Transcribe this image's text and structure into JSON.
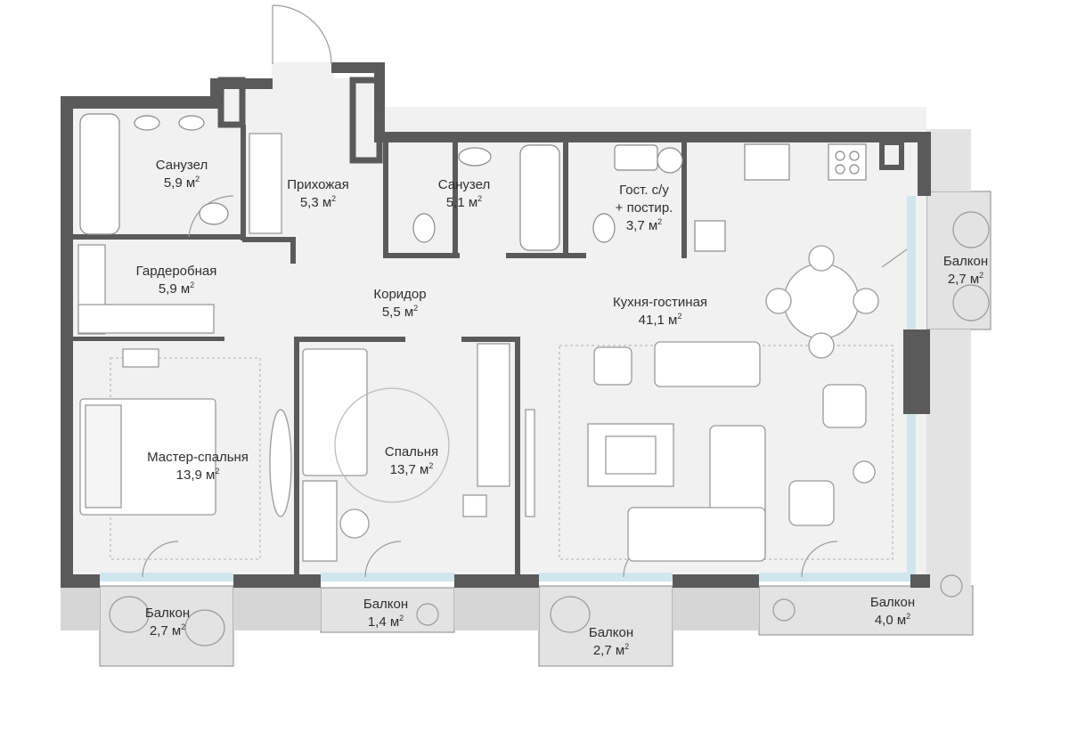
{
  "unit_suffix": "м",
  "unit_power": "2",
  "rooms": {
    "bath1": {
      "name": "Санузел",
      "area": "5,9"
    },
    "hall": {
      "name": "Прихожая",
      "area": "5,3"
    },
    "bath2": {
      "name": "Санузел",
      "area": "5,1"
    },
    "guest_wc": {
      "name": "Гост. с/у",
      "name2": "+ постир.",
      "area": "3,7"
    },
    "wardrobe": {
      "name": "Гардеробная",
      "area": "5,9"
    },
    "corridor": {
      "name": "Коридор",
      "area": "5,5"
    },
    "kitchen": {
      "name": "Кухня-гостиная",
      "area": "41,1"
    },
    "balcony_r": {
      "name": "Балкон",
      "area": "2,7"
    },
    "master": {
      "name": "Мастер-спальня",
      "area": "13,9"
    },
    "bedroom": {
      "name": "Спальня",
      "area": "13,7"
    },
    "balcony_b1": {
      "name": "Балкон",
      "area": "2,7"
    },
    "balcony_b2": {
      "name": "Балкон",
      "area": "1,4"
    },
    "balcony_b3": {
      "name": "Балкон",
      "area": "2,7"
    },
    "balcony_b4": {
      "name": "Балкон",
      "area": "4,0"
    }
  },
  "colors": {
    "wall": "#5a5a5a",
    "floor": "#f1f1f1",
    "balcony": "#e2e2e2",
    "glass": "#cfe6ee",
    "furniture": "#9a9a9a"
  }
}
